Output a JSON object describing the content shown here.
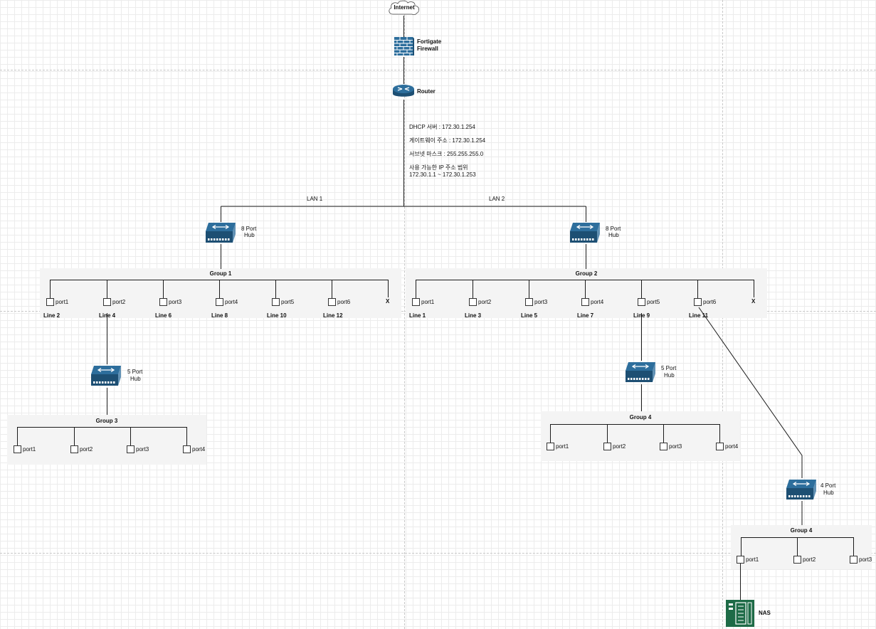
{
  "internet": {
    "label": "Internet"
  },
  "firewall": {
    "label_line1": "Fortigate",
    "label_line2": "Firewall"
  },
  "router": {
    "label": "Router"
  },
  "router_info": {
    "dhcp": "DHCP 서버 : 172.30.1.254",
    "gateway": "게이트웨이 주소 : 172.30.1.254",
    "subnet": "서브넷 마스크 : 255.255.255.0",
    "range_title": "사용 가능한 IP 주소 범위",
    "range_value": "172.30.1.1 ~ 172.30.1.253"
  },
  "lan": {
    "lan1": "LAN 1",
    "lan2": "LAN 2"
  },
  "hubs": {
    "hub1": {
      "line1": "8 Port",
      "line2": "Hub"
    },
    "hub2": {
      "line1": "8 Port",
      "line2": "Hub"
    },
    "hub3": {
      "line1": "5 Port",
      "line2": "Hub"
    },
    "hub4": {
      "line1": "5 Port",
      "line2": "Hub"
    },
    "hub5": {
      "line1": "4 Port",
      "line2": "Hub"
    }
  },
  "groups": {
    "g1": {
      "title": "Group 1",
      "ports": [
        "port1",
        "port2",
        "port3",
        "port4",
        "port5",
        "port6"
      ],
      "end_marker": "X",
      "lines": [
        "Line 2",
        "Line 4",
        "Line 6",
        "Line 8",
        "Line 10",
        "Line 12"
      ]
    },
    "g2": {
      "title": "Group 2",
      "ports": [
        "port1",
        "port2",
        "port3",
        "port4",
        "port5",
        "port6"
      ],
      "end_marker": "X",
      "lines": [
        "Line 1",
        "Line 3",
        "Line 5",
        "Line 7",
        "Line 9",
        "Line 11"
      ]
    },
    "g3": {
      "title": "Group 3",
      "ports": [
        "port1",
        "port2",
        "port3",
        "port4"
      ]
    },
    "g4a": {
      "title": "Group 4",
      "ports": [
        "port1",
        "port2",
        "port3",
        "port4"
      ]
    },
    "g4b": {
      "title": "Group 4",
      "ports": [
        "port1",
        "port2",
        "port3"
      ]
    }
  },
  "nas": {
    "label": "NAS"
  },
  "colors": {
    "device_blue": "#2d6e9c",
    "device_dark": "#1d4f73",
    "nas_green": "#1e6b47",
    "line": "#1a1a1a"
  },
  "icons": {
    "internet": "cloud-icon",
    "firewall": "firewall-icon",
    "router": "router-icon",
    "hub": "hub-icon",
    "nas": "nas-icon"
  }
}
